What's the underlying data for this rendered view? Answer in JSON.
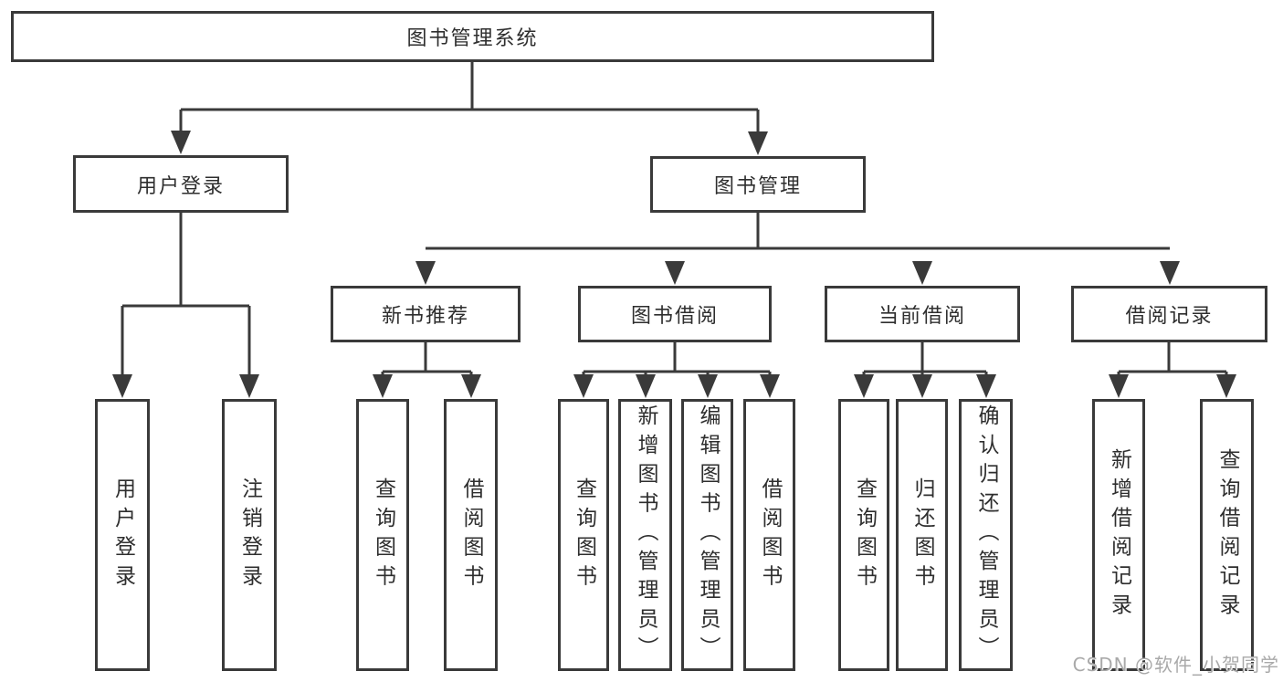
{
  "tree": {
    "root": "图书管理系统",
    "children": [
      {
        "label": "用户登录",
        "children": [
          "用户登录",
          "注销登录"
        ]
      },
      {
        "label": "图书管理",
        "children": [
          {
            "label": "新书推荐",
            "children": [
              "查询图书",
              "借阅图书"
            ]
          },
          {
            "label": "图书借阅",
            "children": [
              "查询图书",
              "新增图书（管理员）",
              "编辑图书（管理员）",
              "借阅图书"
            ]
          },
          {
            "label": "当前借阅",
            "children": [
              "查询图书",
              "归还图书",
              "确认归还（管理员）"
            ]
          },
          {
            "label": "借阅记录",
            "children": [
              "新增借阅记录",
              "查询借阅记录"
            ]
          }
        ]
      }
    ]
  },
  "watermark": {
    "text": "CSDN @软件_小贺同学"
  },
  "colors": {
    "line": "#3a3a3a",
    "text": "#2e2e2e",
    "watermark": "#a9a9a9",
    "background": "#ffffff"
  }
}
